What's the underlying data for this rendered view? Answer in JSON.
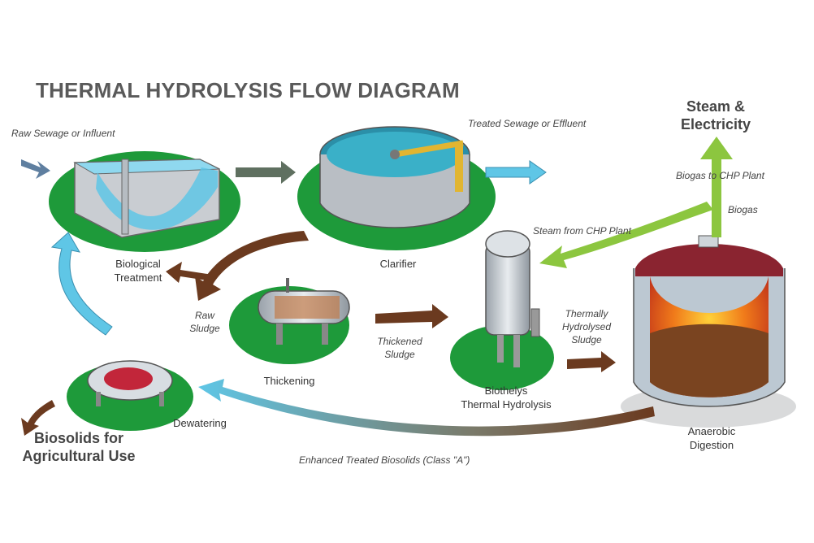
{
  "title": "THERMAL HYDROLYSIS FLOW DIAGRAM",
  "stages": {
    "biological_treatment": [
      "Biological",
      "Treatment"
    ],
    "clarifier": "Clarifier",
    "thickening": "Thickening",
    "dewatering": "Dewatering",
    "thermal_hydrolysis": [
      "Biothelys",
      "Thermal Hydrolysis"
    ],
    "anaerobic_digestion": [
      "Anaerobic",
      "Digestion"
    ]
  },
  "flows": {
    "raw_sewage": "Raw Sewage or Influent",
    "treated_sewage": "Treated Sewage or Effluent",
    "raw_sludge": [
      "Raw",
      "Sludge"
    ],
    "thickened_sludge": [
      "Thickened",
      "Sludge"
    ],
    "thermally_hydrolysed": [
      "Thermally",
      "Hydrolysed",
      "Sludge"
    ],
    "steam_from_chp": "Steam from CHP Plant",
    "biogas_to_chp": "Biogas to CHP Plant",
    "biogas": "Biogas",
    "enhanced_biosolids": "Enhanced Treated Biosolids (Class \"A\")"
  },
  "outputs": {
    "steam_electricity": [
      "Steam &",
      "Electricity"
    ],
    "biosolids": [
      "Biosolids for",
      "Agricultural Use"
    ]
  },
  "colors": {
    "pad_green": "#1e9a3a",
    "water_blue": "#5fc6e6",
    "sludge_brown": "#6b3a1f",
    "gas_green": "#8cc63f",
    "tank_grey": "#c9cdd2"
  }
}
